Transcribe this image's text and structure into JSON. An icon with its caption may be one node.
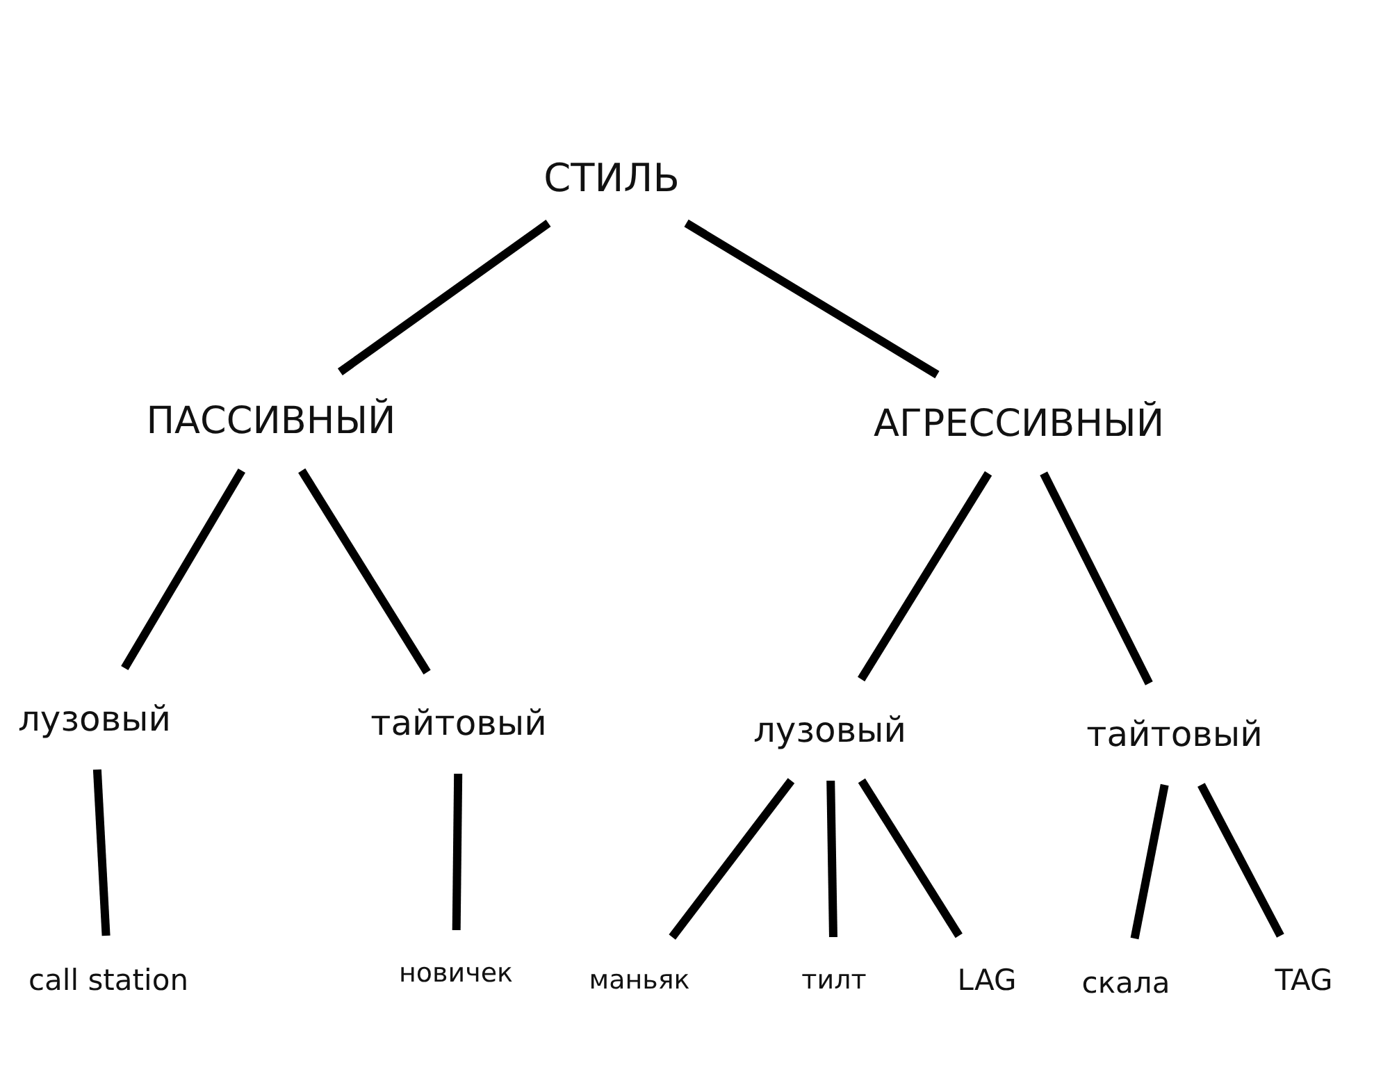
{
  "diagram": {
    "nodes": [
      {
        "text": [
          "СТИЛЬ"
        ]
      },
      {
        "text": [
          "ПАССИВНЫЙ"
        ]
      },
      {
        "text": [
          "АГРЕССИВНЫЙ"
        ]
      },
      {
        "text": [
          "лузовый"
        ]
      },
      {
        "text": [
          "тайтовый"
        ]
      },
      {
        "text": [
          "лузовый"
        ]
      },
      {
        "text": [
          "тайтовый"
        ]
      },
      {
        "text": [
          "call station"
        ]
      },
      {
        "text": [
          "новичек"
        ]
      },
      {
        "text": [
          "маньяк"
        ]
      },
      {
        "text": [
          "тилт"
        ]
      },
      {
        "text": [
          "LAG"
        ]
      },
      {
        "text": [
          "скала"
        ]
      },
      {
        "text": [
          "TAG"
        ]
      }
    ],
    "edges": [
      {
        "from": 0,
        "to": 1,
        "arrow": "none"
      },
      {
        "from": 0,
        "to": 2,
        "arrow": "none"
      },
      {
        "from": 1,
        "to": 3,
        "arrow": "none"
      },
      {
        "from": 1,
        "to": 4,
        "arrow": "none"
      },
      {
        "from": 2,
        "to": 5,
        "arrow": "none"
      },
      {
        "from": 2,
        "to": 6,
        "arrow": "none"
      },
      {
        "from": 3,
        "to": 7,
        "arrow": "none"
      },
      {
        "from": 4,
        "to": 8,
        "arrow": "none"
      },
      {
        "from": 5,
        "to": 9,
        "arrow": "none"
      },
      {
        "from": 5,
        "to": 10,
        "arrow": "none"
      },
      {
        "from": 5,
        "to": 11,
        "arrow": "none"
      },
      {
        "from": 6,
        "to": 12,
        "arrow": "none"
      },
      {
        "from": 6,
        "to": 13,
        "arrow": "none"
      }
    ]
  }
}
